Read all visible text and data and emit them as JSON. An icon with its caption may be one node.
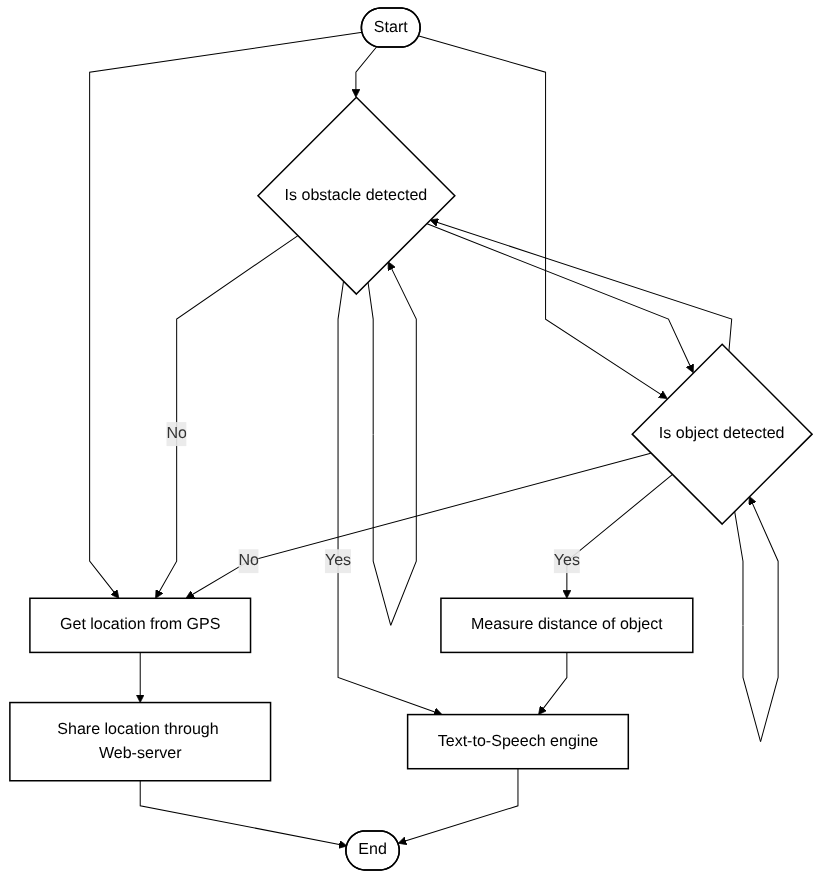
{
  "diagram": {
    "nodes": [
      {
        "text": [
          "Start"
        ]
      },
      {
        "text": [
          "Get location from GPS"
        ]
      },
      {
        "text": [
          "Share location through Web-server"
        ]
      },
      {
        "text": [
          "Is obstacle detected"
        ]
      },
      {
        "text": [
          "Is object detected"
        ]
      },
      {
        "text": [
          "Measure distance of object"
        ]
      },
      {
        "text": [
          "Text-to-Speech engine"
        ]
      },
      {
        "text": [
          "End"
        ]
      }
    ],
    "edges": [
      {
        "from": 0,
        "to": 1,
        "arrow": "to"
      },
      {
        "from": 0,
        "to": 3,
        "arrow": "to"
      },
      {
        "from": 0,
        "to": 4,
        "arrow": "to"
      },
      {
        "from": 1,
        "to": 2,
        "arrow": "to"
      },
      {
        "from": 3,
        "to": 6,
        "arrow": "to",
        "label": "Yes"
      },
      {
        "from": 3,
        "to": 1,
        "arrow": "to",
        "label": "No"
      },
      {
        "from": 3,
        "to": 3,
        "arrow": "to"
      },
      {
        "from": 3,
        "to": 4,
        "arrow": "to"
      },
      {
        "from": 4,
        "to": 1,
        "arrow": "to",
        "label": "No"
      },
      {
        "from": 4,
        "to": 3,
        "arrow": "to"
      },
      {
        "from": 4,
        "to": 4,
        "arrow": "to"
      },
      {
        "from": 4,
        "to": 5,
        "arrow": "to",
        "label": "Yes"
      },
      {
        "from": 5,
        "to": 6,
        "arrow": "to"
      },
      {
        "from": 2,
        "to": 7,
        "arrow": "to"
      },
      {
        "from": 6,
        "to": 7,
        "arrow": "to"
      }
    ]
  }
}
